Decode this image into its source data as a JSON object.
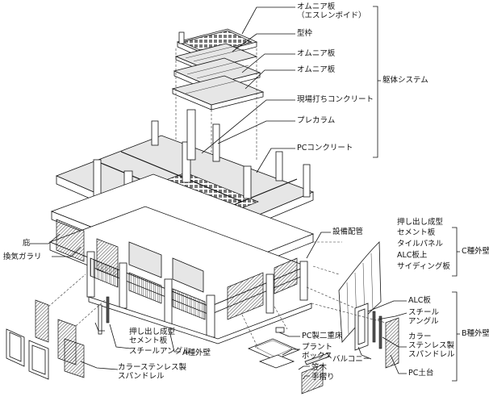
{
  "labels": {
    "omnia_es": "オムニア板\n（エスレンボイド）",
    "katawaku": "型枠",
    "omnia_1": "オムニア板",
    "omnia_2": "オムニア板",
    "kutai_system": "躯体システム",
    "genba_concrete": "現場打ちコンクリート",
    "precolumn": "プレカラム",
    "pc_concrete": "PCコンクリート",
    "hisashi": "庇",
    "kanki_garari": "換気ガラリ",
    "setsubi_haikan": "設備配管",
    "c_list_1": "押し出し成型",
    "c_list_2": "セメント板",
    "c_list_3": "タイルパネル",
    "c_list_4": "ALC板上",
    "c_list_5": "サイディング板",
    "c_gaiheki": "C種外壁",
    "alc": "ALC板",
    "steel_angle": "スチール\nアングル",
    "color_stainless": "カラー\nステンレス製\nスパンドレル",
    "pc_dodai": "PC土台",
    "b_gaiheki": "B種外壁",
    "balcony": "バルコニー",
    "pc_niju": "PC製二重床",
    "plant_box": "プラント\nボックス",
    "kasagi": "笠木",
    "tesuri": "手摺り",
    "a_oshidashi": "押し出し成型\nセメント板",
    "a_steel_angle": "スチールアングル",
    "a_color": "カラーステンレス製\nスパンドレル",
    "a_gaiheki": "A種外壁"
  }
}
